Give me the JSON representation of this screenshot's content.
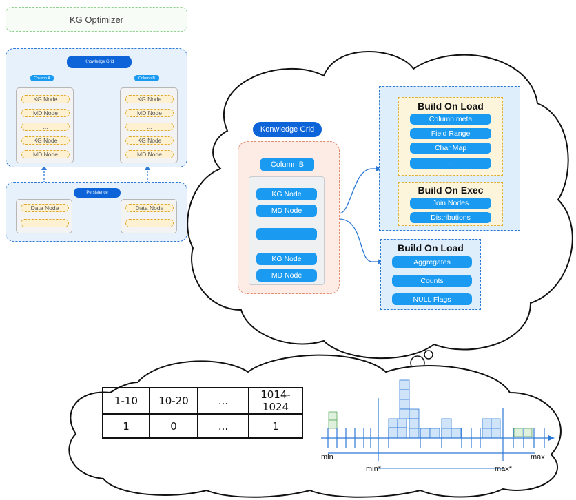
{
  "title": "KG Optimizer",
  "small_grid": {
    "header": "Knowledge Grid",
    "column_a": {
      "label": "Column A",
      "nodes": [
        "KG Node",
        "MD Node",
        "...",
        "KG Node",
        "MD Node"
      ]
    },
    "column_b": {
      "label": "Column B",
      "nodes": [
        "KG Node",
        "MD Node",
        "...",
        "KG Node",
        "MD Node"
      ]
    }
  },
  "persistence": {
    "header": "Persistence",
    "left_nodes": [
      "Data Node",
      "..."
    ],
    "right_nodes": [
      "Data Node",
      "..."
    ]
  },
  "big_grid": {
    "header": "Konwledge Grid",
    "column_label": "Column B",
    "nodes": [
      "KG Node",
      "MD Node",
      "...",
      "KG Node",
      "MD Node"
    ]
  },
  "build_on_load_top": {
    "title": "Build On Load",
    "items": [
      "Column meta",
      "Field Range",
      "Char Map",
      "..."
    ]
  },
  "build_on_exec": {
    "title": "Build On Exec",
    "items": [
      "Join Nodes",
      "Distributions"
    ]
  },
  "build_on_load_bottom": {
    "title": "Build On Load",
    "items": [
      "Aggregates",
      "Counts",
      "NULL Flags"
    ]
  },
  "histogram_table": {
    "rows": [
      [
        "1-10",
        "10-20",
        "...",
        "1014-1024"
      ],
      [
        "1",
        "0",
        "...",
        "1"
      ]
    ]
  },
  "histogram_axis": {
    "min": "min",
    "max": "max",
    "min_star": "min*",
    "max_star": "max*"
  },
  "colors": {
    "accent_blue": "#1a9af0",
    "dark_blue": "#0d63d8",
    "panel_blue": "#e6f1fc",
    "node_yellow": "#fdf1d2",
    "grid_orange": "#fdece5",
    "bar_green": "#8cc48c"
  }
}
